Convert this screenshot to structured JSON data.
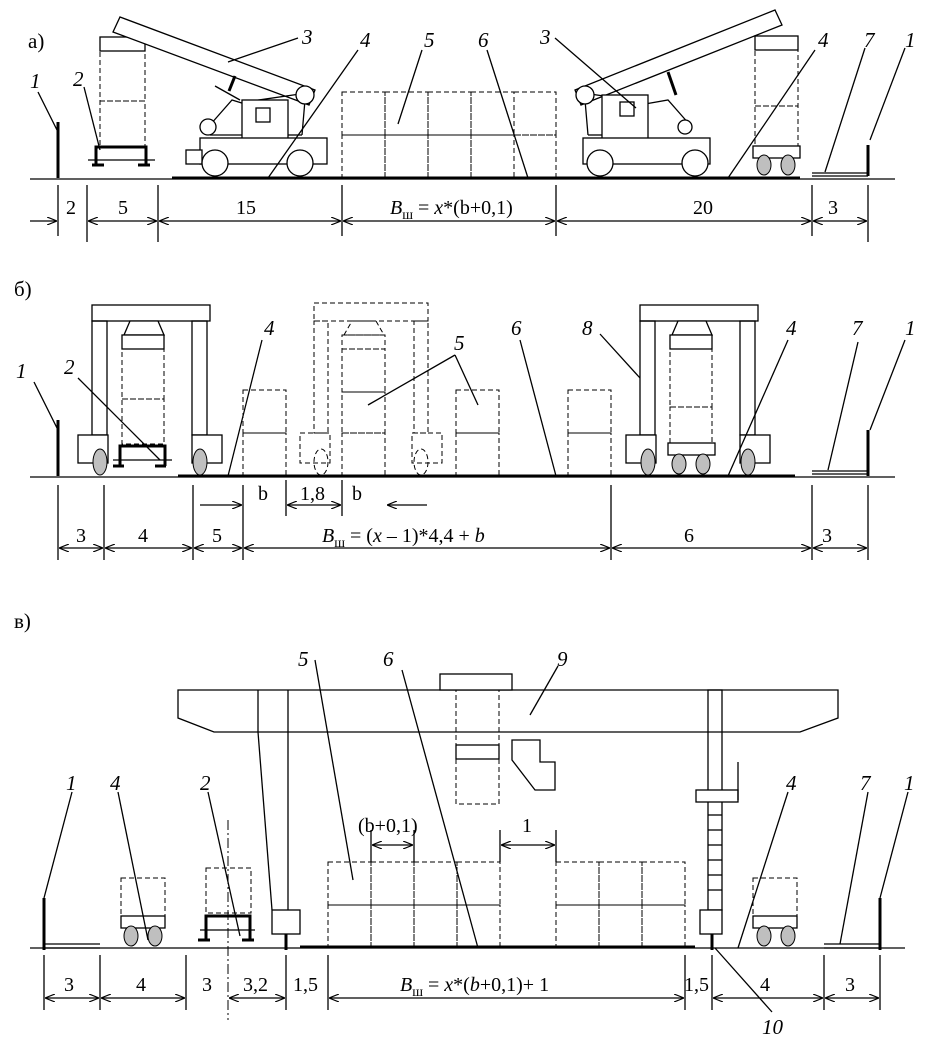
{
  "panels": [
    {
      "label": "а)",
      "callouts": [
        "1",
        "2",
        "3",
        "4",
        "5",
        "6",
        "3",
        "4",
        "7",
        "1"
      ],
      "dims": [
        "2",
        "5",
        "15",
        "20",
        "3"
      ],
      "formula": {
        "b1": "B",
        "sub": "ш",
        "rest": " = ",
        "x": "x",
        "tail": "*(b+0,1)"
      }
    },
    {
      "label": "б)",
      "callouts": [
        "1",
        "2",
        "4",
        "5",
        "6",
        "8",
        "4",
        "7",
        "1"
      ],
      "dims": [
        "3",
        "4",
        "5",
        "6",
        "3"
      ],
      "inner": [
        "b",
        "1,8",
        "b"
      ],
      "formula": {
        "b1": "B",
        "sub": "ш",
        "rest": " = (",
        "x": "x",
        "tail": " – 1)*4,4 + ",
        "b": "b"
      }
    },
    {
      "label": "в)",
      "callouts": [
        "5",
        "6",
        "9",
        "1",
        "4",
        "2",
        "4",
        "7",
        "1",
        "10"
      ],
      "dims": [
        "3",
        "4",
        "3",
        "3,2",
        "1,5",
        "1,5",
        "4",
        "3"
      ],
      "inner": [
        "(b+0,1)",
        "1"
      ],
      "formula": {
        "b1": "B",
        "sub": "ш",
        "rest": " = ",
        "x": "x",
        "tail": "*(",
        "b": "b",
        "tail2": "+0,1)+ 1"
      }
    }
  ]
}
